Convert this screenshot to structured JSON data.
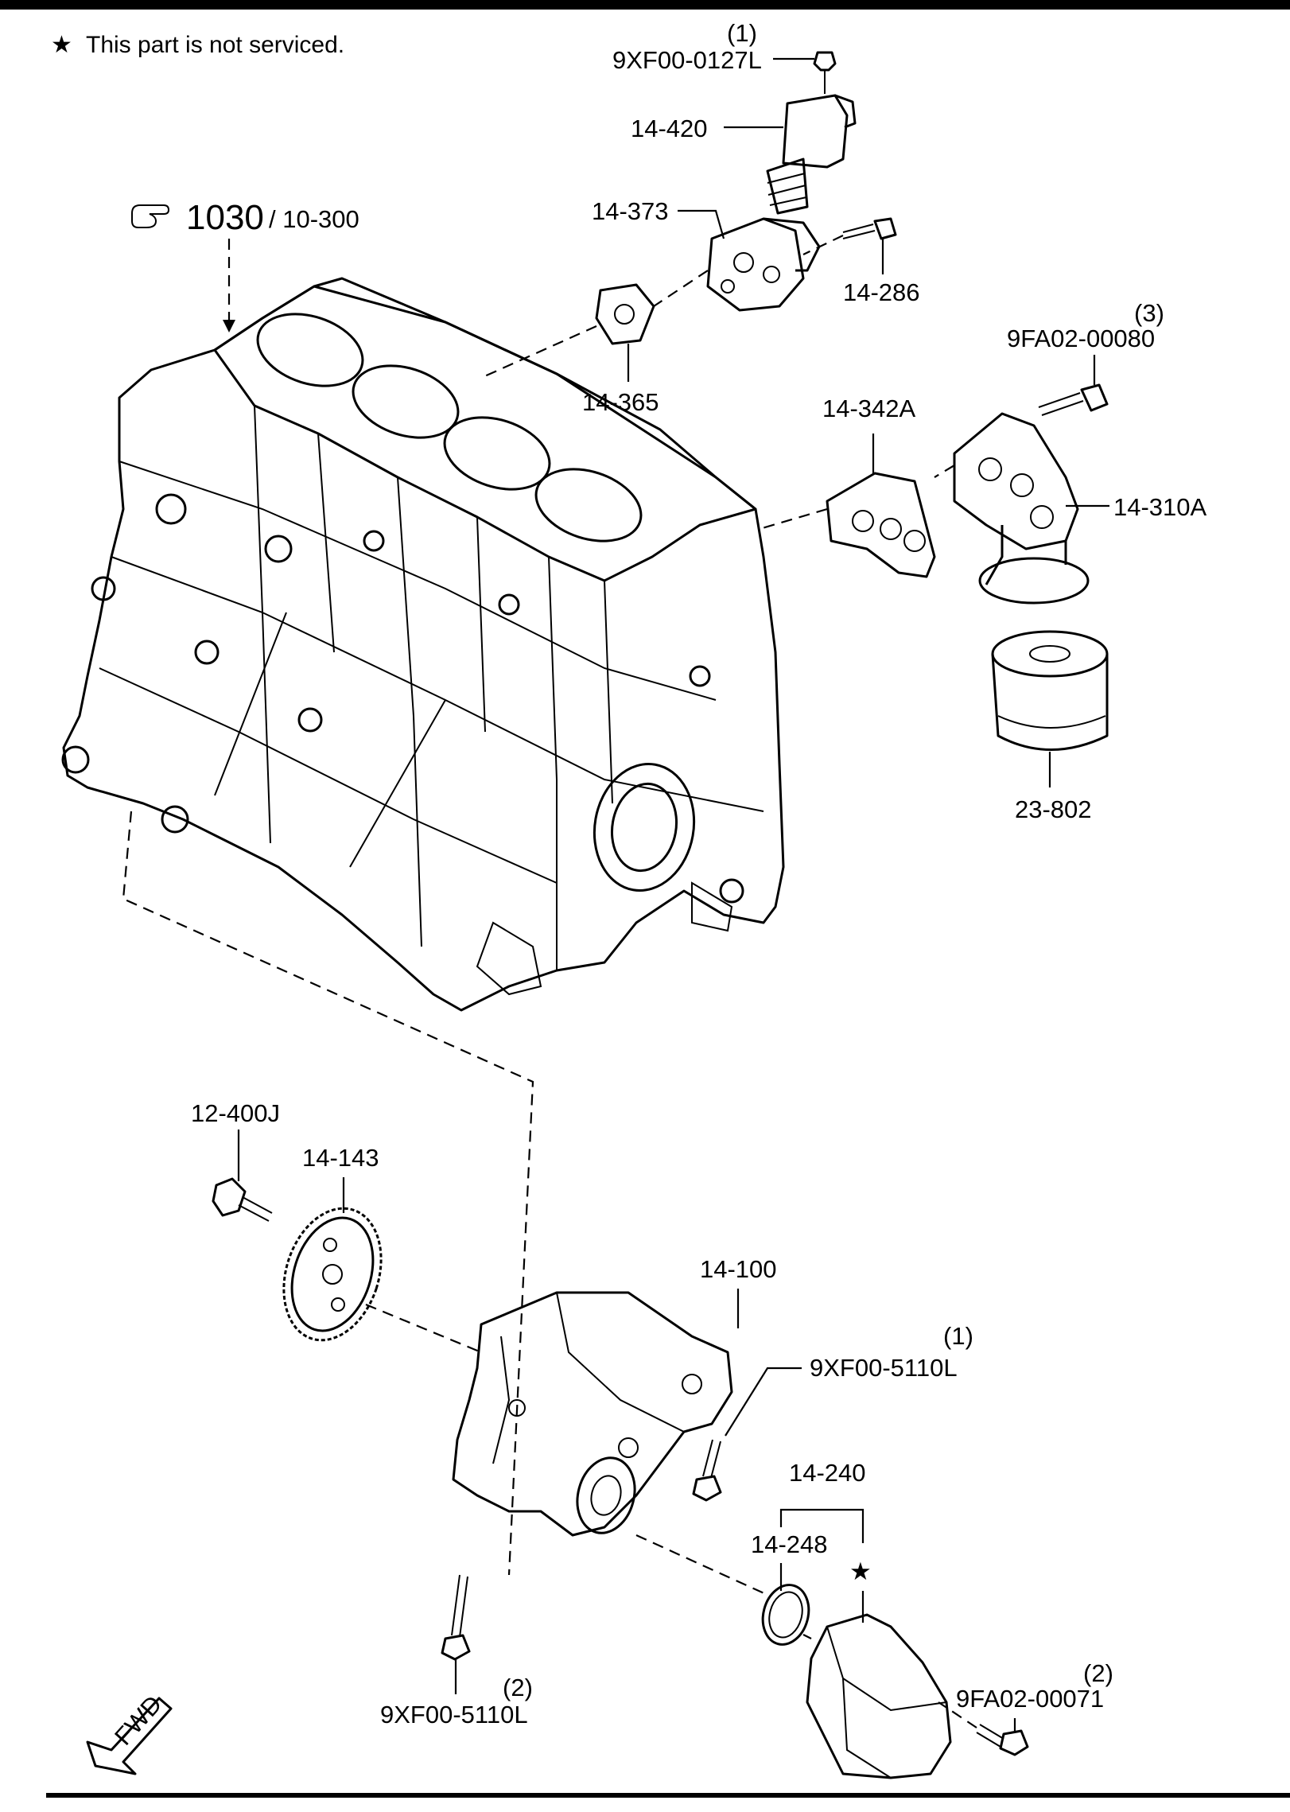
{
  "header": {
    "note_symbol": "★",
    "note_text": "This part is not serviced."
  },
  "reference": {
    "number": "1030",
    "suffix": "/ 10-300",
    "icon": "pointing-hand-icon"
  },
  "parts": {
    "bolt_top_qty": "(1)",
    "bolt_top": "9XF00-0127L",
    "p14_420": "14-420",
    "p14_373": "14-373",
    "p14_286": "14-286",
    "p14_365": "14-365",
    "bolt_right_qty": "(3)",
    "bolt_right": "9FA02-00080",
    "p14_342A": "14-342A",
    "p14_310A": "14-310A",
    "p23_802": "23-802",
    "p12_400J": "12-400J",
    "p14_143": "14-143",
    "p14_100": "14-100",
    "bolt_mid_qty": "(1)",
    "bolt_mid": "9XF00-5110L",
    "p14_240": "14-240",
    "p14_248": "14-248",
    "bolt_bottom_qty": "(2)",
    "bolt_bottom": "9XF00-5110L",
    "bolt_cover_qty": "(2)",
    "bolt_cover": "9FA02-00071",
    "star": "★"
  },
  "fwd_label": "FWD"
}
